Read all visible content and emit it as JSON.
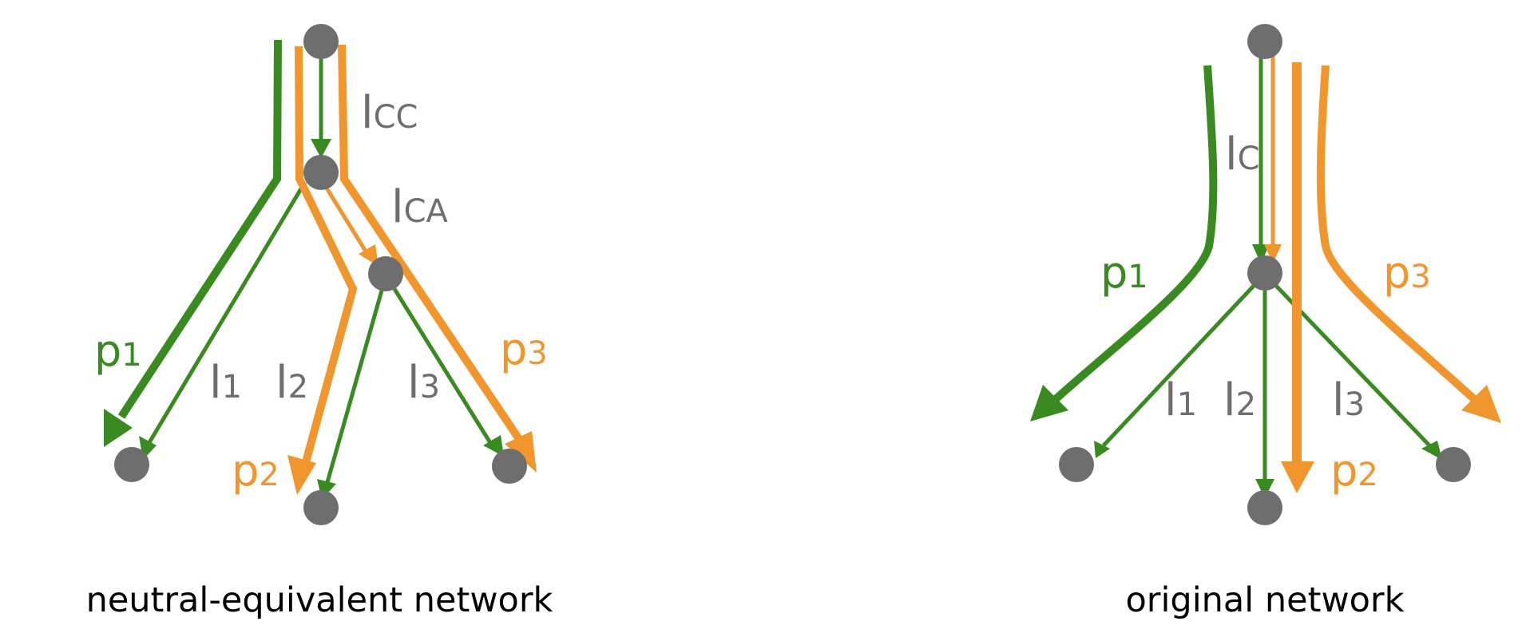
{
  "colors": {
    "green": "#3a8a22",
    "orange": "#f0962c",
    "node": "#6e6e6e",
    "label_gray": "#6e6e6e",
    "caption": "#000000"
  },
  "left_diagram": {
    "caption": "neutral-equivalent network",
    "labels": {
      "l_cc_main": "l",
      "l_cc_sub": "CC",
      "l_ca_main": "l",
      "l_ca_sub": "CA",
      "l1_main": "l",
      "l1_sub": "1",
      "l2_main": "l",
      "l2_sub": "2",
      "l3_main": "l",
      "l3_sub": "3",
      "p1_main": "p",
      "p1_sub": "1",
      "p2_main": "p",
      "p2_sub": "2",
      "p3_main": "p",
      "p3_sub": "3"
    }
  },
  "right_diagram": {
    "caption": "original network",
    "labels": {
      "l_c_main": "l",
      "l_c_sub": "C",
      "l1_main": "l",
      "l1_sub": "1",
      "l2_main": "l",
      "l2_sub": "2",
      "l3_main": "l",
      "l3_sub": "3",
      "p1_main": "p",
      "p1_sub": "1",
      "p2_main": "p",
      "p2_sub": "2",
      "p3_main": "p",
      "p3_sub": "3"
    }
  }
}
